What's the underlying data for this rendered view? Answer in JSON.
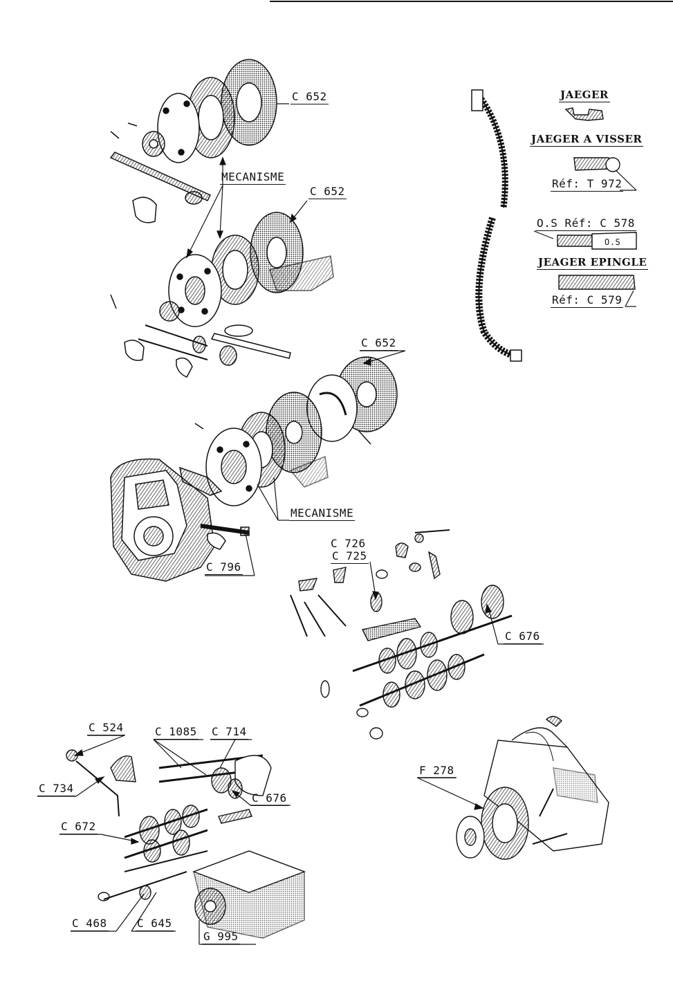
{
  "labels": {
    "c652_top": "C 652",
    "mecanisme_top": "MECANISME",
    "c652_mid": "C 652",
    "c652_lower": "C 652",
    "mecanisme_lower": "MECANISME",
    "c796": "C 796",
    "c726": "C 726",
    "c725": "C 725",
    "c676_right": "C 676",
    "c524": "C 524",
    "c1085": "C 1085",
    "c714": "C 714",
    "c734": "C 734",
    "c676_left": "C 676",
    "c672": "C 672",
    "c468": "C 468",
    "c645": "C 645",
    "g995": "G 995",
    "f278": "F 278",
    "jaeger": "JAEGER",
    "jaeger_a_visser": "JAEGER A VISSER",
    "ref_t972": "Réf: T 972",
    "os_ref_c578": "O.S Réf: C 578",
    "jeager_epingle": "JEAGER EPINGLE",
    "ref_c579": "Réf: C 579",
    "os_tag": "O.S"
  }
}
